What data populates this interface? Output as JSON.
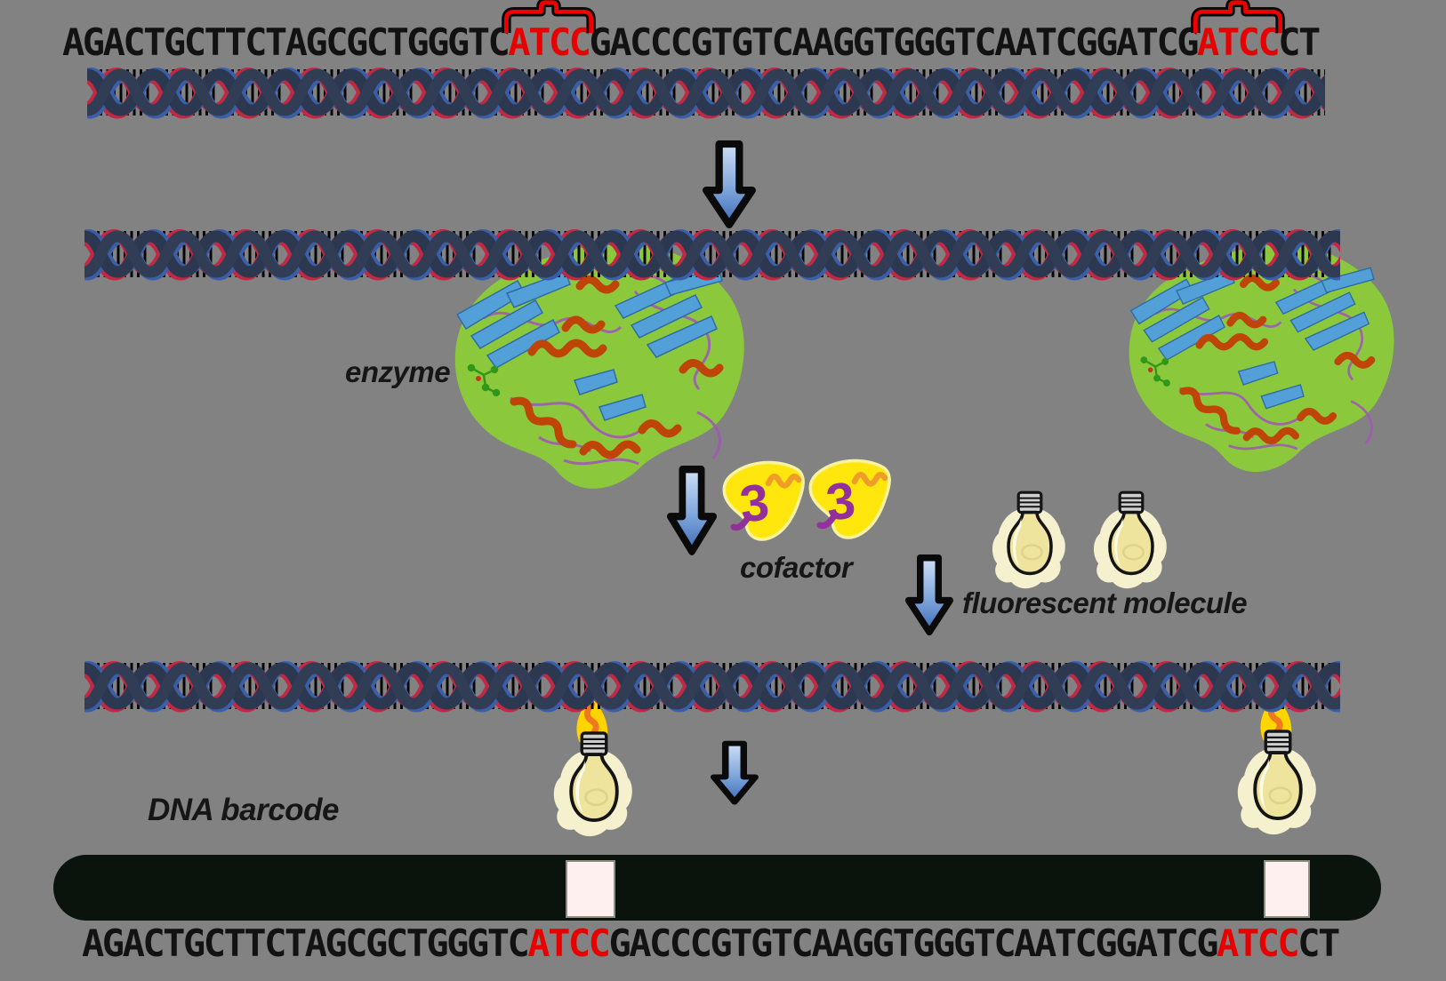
{
  "figure": {
    "background_color": "#828282",
    "sequence": {
      "prefix": "AGACTGCTTCTAGCGCTGGGTC",
      "site1": "ATCC",
      "middle": "GACCCGTGTCAAGGTGGGTCAATCGGATCG",
      "site2": "ATCC",
      "suffix": "CT",
      "site_color": "#e80000",
      "text_color": "#121212"
    },
    "labels": {
      "enzyme": "enzyme",
      "cofactor": "cofactor",
      "fluorescent": "fluorescent molecule",
      "barcode": "DNA barcode"
    },
    "icons": [
      "highlight-brace-icon",
      "dna-helix-graphic",
      "down-arrow-icon",
      "enzyme-structure-icon",
      "cofactor-icon",
      "lightbulb-icon",
      "lit-lightbulb-icon",
      "dna-barcode-bar",
      "barcode-gap"
    ],
    "colors": {
      "brace_red": "#ee0000",
      "helix_dark": "#2c3850",
      "helix_red_edge": "#c22843",
      "helix_blue_edge": "#3a5fa8",
      "arrow_fill_top": "#cfdff6",
      "arrow_fill_bottom": "#3c6cb8",
      "enzyme_blob_green": "#8cc83c",
      "enzyme_sheet_blue": "#53a0d8",
      "enzyme_helix_orange": "#bf4408",
      "cofactor_yellow": "#ffe70d",
      "cofactor_purple": "#93309c",
      "cofactor_orange": "#f09c28",
      "bulb_body_yellow": "#efe49d",
      "bulb_glow": "#fbf6d2",
      "flame_yellow": "#ffd400",
      "flame_orange": "#f07820",
      "barcode_bar_black": "#0b130d",
      "barcode_gap_pink": "#fdf0ee"
    }
  }
}
